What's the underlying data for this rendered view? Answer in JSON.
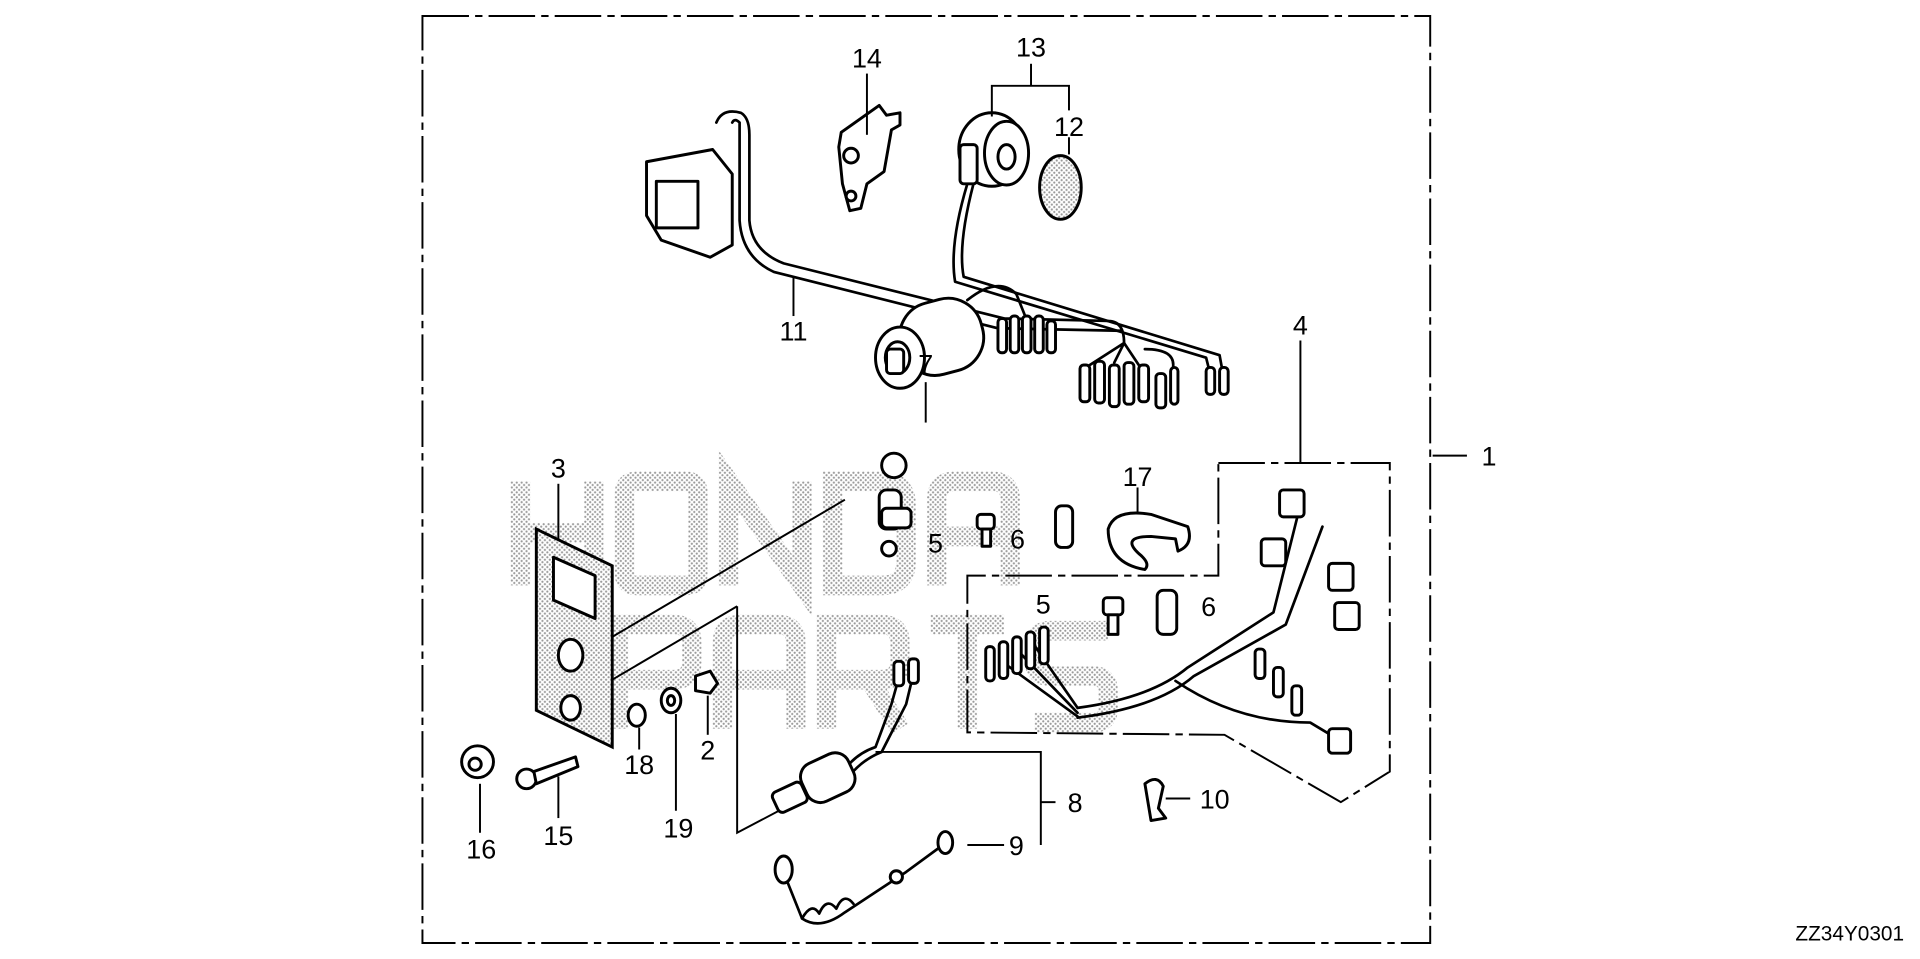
{
  "diagram": {
    "drawing_code": "ZZ34Y0301",
    "watermark": "HONDA PARTS",
    "callouts": {
      "c1": "1",
      "c2": "2",
      "c3": "3",
      "c4": "4",
      "c5a": "5",
      "c5b": "5",
      "c6a": "6",
      "c6b": "6",
      "c7": "7",
      "c8": "8",
      "c9": "9",
      "c10": "10",
      "c11": "11",
      "c12": "12",
      "c13": "13",
      "c14": "14",
      "c15": "15",
      "c16": "16",
      "c17": "17",
      "c18": "18",
      "c19": "19"
    }
  }
}
